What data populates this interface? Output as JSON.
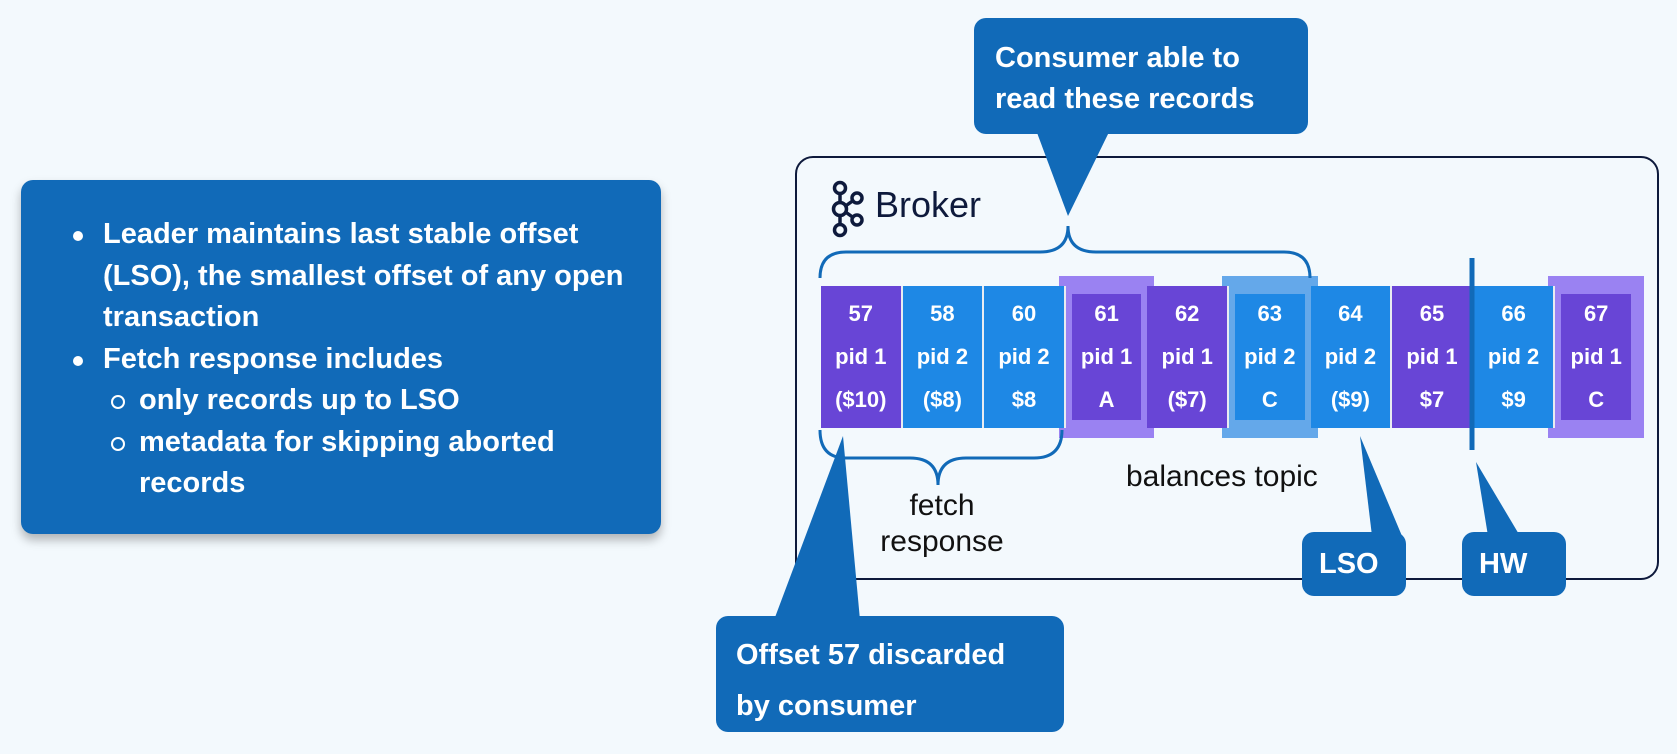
{
  "info": {
    "bullets": [
      {
        "text": "Leader maintains last stable offset (LSO), the smallest offset of any open transaction"
      },
      {
        "text": "Fetch response includes",
        "sub": [
          "only records up to LSO",
          "metadata for skipping aborted records"
        ]
      }
    ]
  },
  "broker": {
    "label": "Broker",
    "icon": "kafka-logo-icon",
    "topic_label": "balances topic",
    "fetch_label_line1": "fetch",
    "fetch_label_line2": "response"
  },
  "records": [
    {
      "offset": "57",
      "pid": "pid 1",
      "value": "($10)",
      "kind": "p1"
    },
    {
      "offset": "58",
      "pid": "pid 2",
      "value": "($8)",
      "kind": "p2"
    },
    {
      "offset": "60",
      "pid": "pid 2",
      "value": "$8",
      "kind": "p2"
    },
    {
      "offset": "61",
      "pid": "pid 1",
      "value": "A",
      "kind": "marker1"
    },
    {
      "offset": "62",
      "pid": "pid 1",
      "value": "($7)",
      "kind": "p1"
    },
    {
      "offset": "63",
      "pid": "pid 2",
      "value": "C",
      "kind": "marker2"
    },
    {
      "offset": "64",
      "pid": "pid 2",
      "value": "($9)",
      "kind": "p2"
    },
    {
      "offset": "65",
      "pid": "pid 1",
      "value": "$7",
      "kind": "p1"
    },
    {
      "offset": "66",
      "pid": "pid 2",
      "value": "$9",
      "kind": "p2"
    },
    {
      "offset": "67",
      "pid": "pid 1",
      "value": "C",
      "kind": "marker1"
    }
  ],
  "callouts": {
    "top_line1": "Consumer able to",
    "top_line2": "read these records",
    "bottom_line1": "Offset 57 discarded",
    "bottom_line2": "by consumer",
    "lso": "LSO",
    "hw": "HW"
  },
  "colors": {
    "callout_blue": "#116ab8",
    "pid1_purple": "#6845d6",
    "pid2_blue": "#1e88e5",
    "marker1_lavender": "#9a82f2",
    "marker2_lightblue": "#64a8ea",
    "frame_navy": "#0e1a3c"
  }
}
